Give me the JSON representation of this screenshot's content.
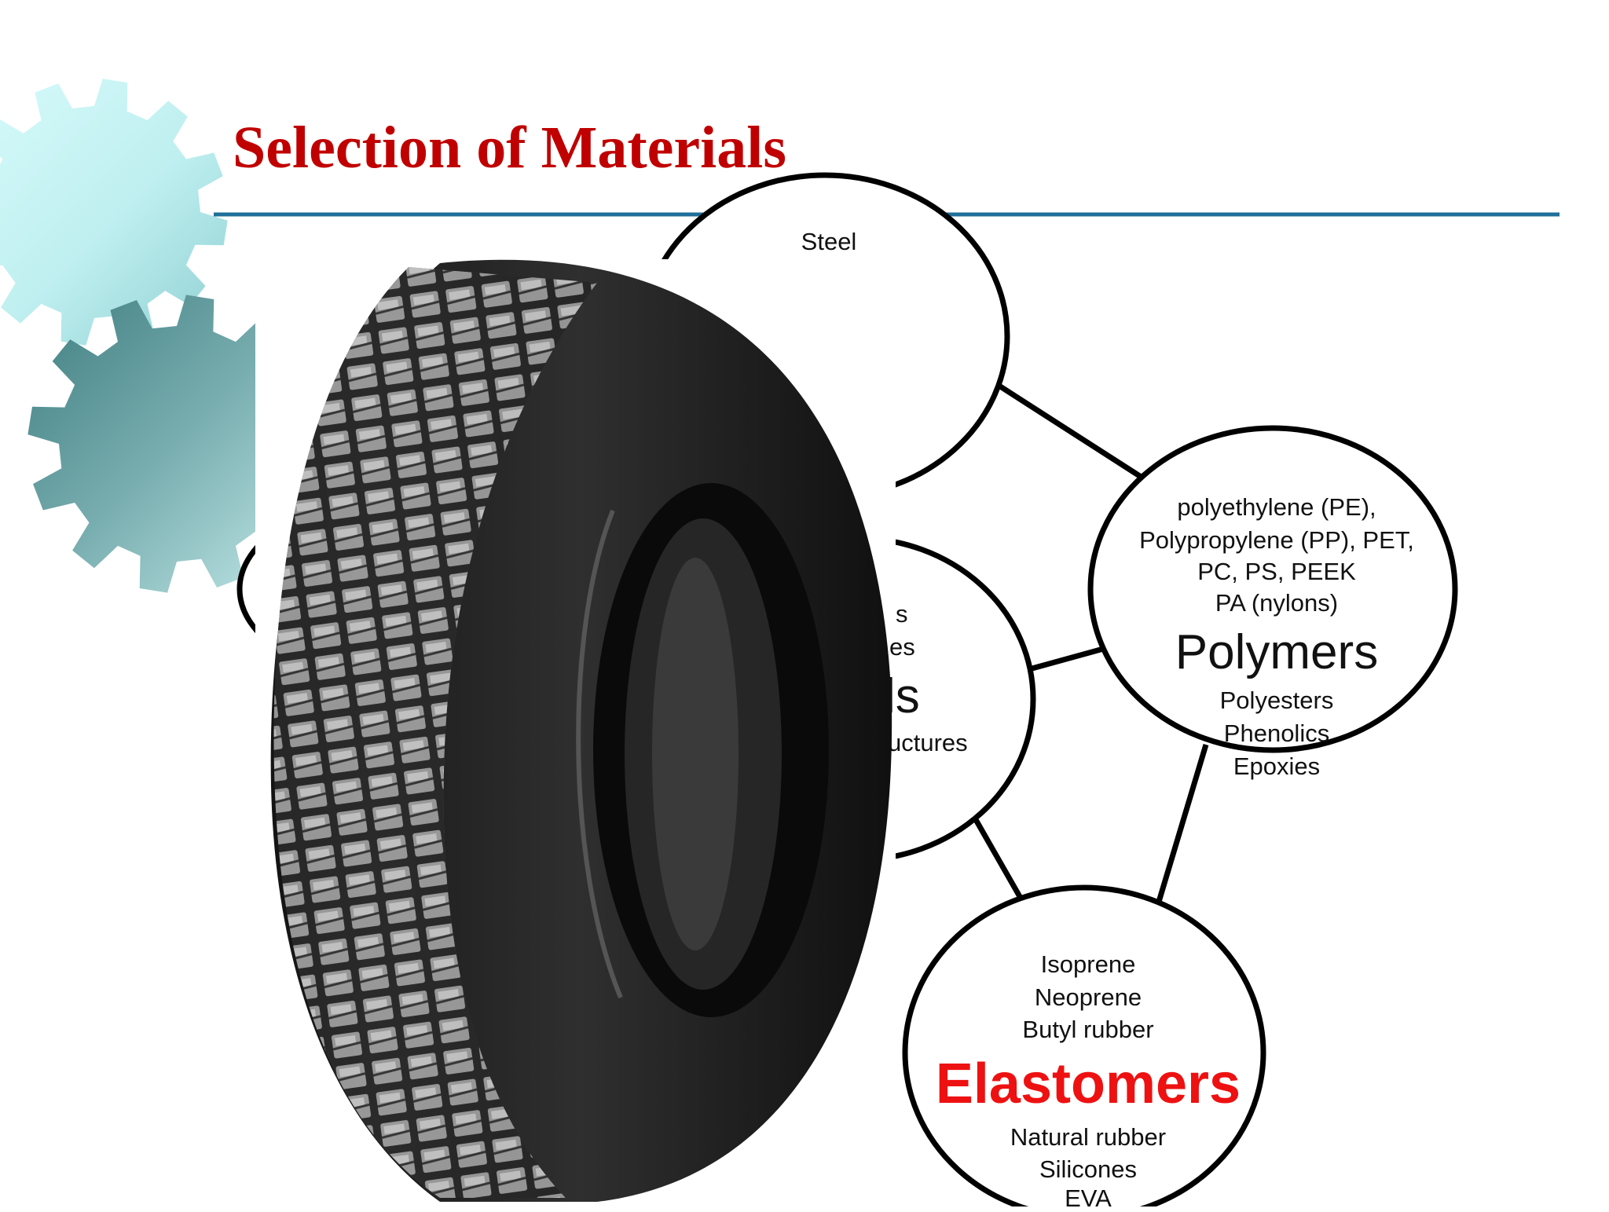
{
  "slide": {
    "title": "Selection of Materials",
    "colors": {
      "title": "#c00000",
      "rule": "#1f6f9a",
      "accent_red": "#ee1111",
      "gear_light": "#bfeff0",
      "gear_dark": "#4f8a8c"
    },
    "metals_bubble": {
      "top_item": "Steel"
    },
    "partial_bubble": {
      "fragments": [
        "s",
        "es",
        "ls",
        "uctures"
      ]
    },
    "polymers_bubble": {
      "items_top": [
        "polyethylene (PE),",
        "Polypropylene (PP), PET,",
        "PC, PS, PEEK",
        "PA (nylons)"
      ],
      "label": "Polymers",
      "items_bottom": [
        "Polyesters",
        "Phenolics",
        "Epoxies"
      ]
    },
    "elastomers_bubble": {
      "items_top": [
        "Isoprene",
        "Neoprene",
        "Butyl rubber"
      ],
      "label": "Elastomers",
      "items_bottom": [
        "Natural rubber",
        "Silicones",
        "EVA"
      ]
    },
    "images": {
      "tire": "tire-photo",
      "gears": "gear-icon"
    }
  }
}
